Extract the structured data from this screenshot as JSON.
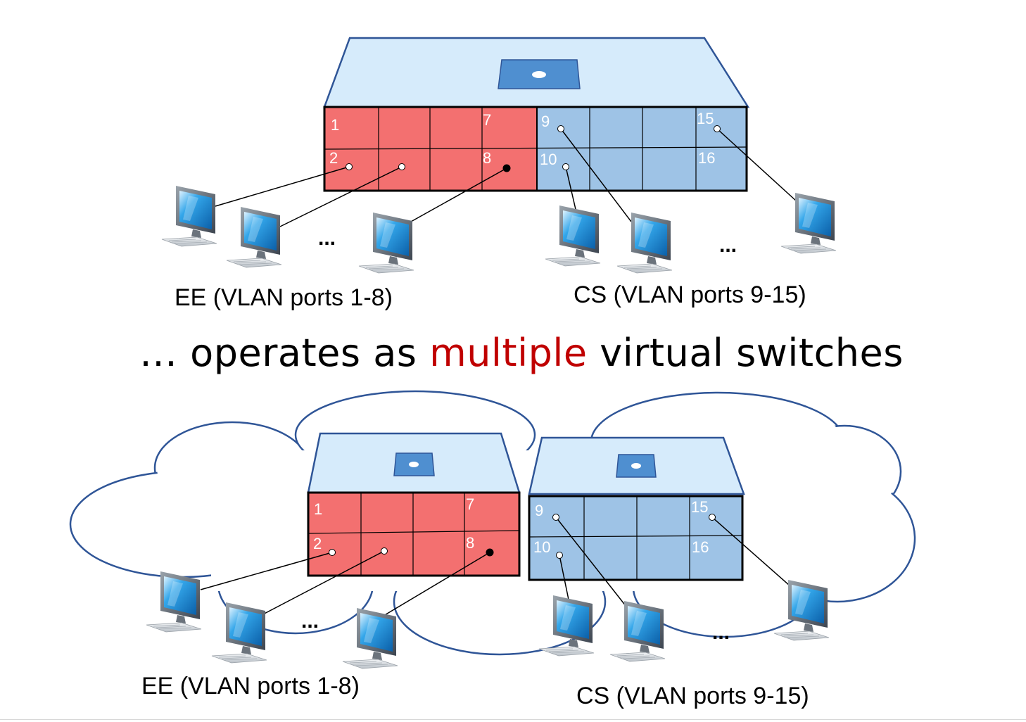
{
  "top": {
    "ee_caption": "EE (VLAN ports 1-8)",
    "cs_caption": "CS (VLAN ports 9-15)",
    "ee_ellipsis": "...",
    "cs_ellipsis": "..."
  },
  "headline": {
    "before": "… operates as ",
    "highlight": "multiple",
    "after": " virtual switches"
  },
  "bottom": {
    "ee_caption": "EE (VLAN ports 1-8)",
    "cs_caption": "CS (VLAN ports 9-15)",
    "ee_ellipsis": "...",
    "cs_ellipsis": "..."
  },
  "ports": {
    "p1": "1",
    "p2": "2",
    "p7": "7",
    "p8": "8",
    "p9": "9",
    "p10": "10",
    "p15": "15",
    "p16": "16"
  },
  "colors": {
    "ee_ports": "#f37070",
    "cs_ports": "#9ec3e6",
    "switch_top": "#d6ebfb",
    "switch_outline": "#2f5597",
    "highlight": "#c00000"
  }
}
